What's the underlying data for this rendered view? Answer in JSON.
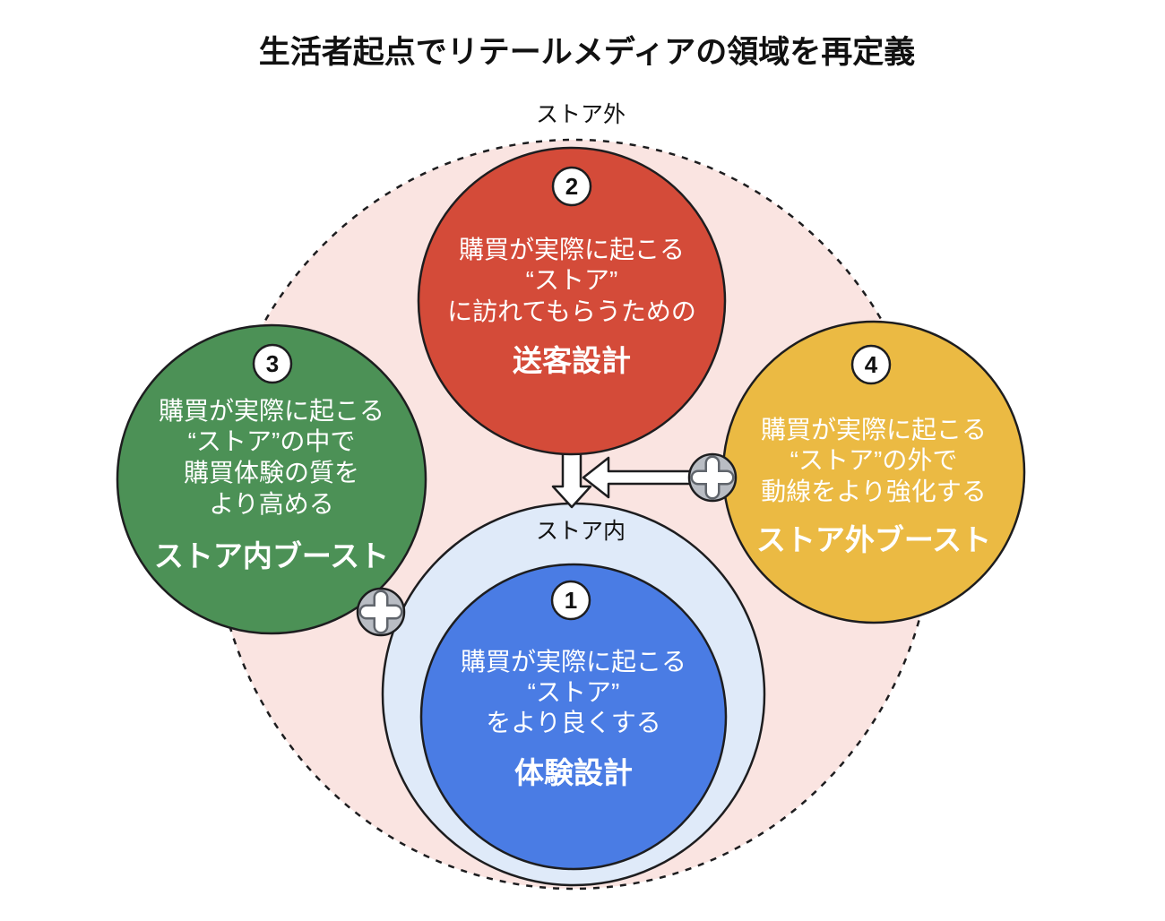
{
  "title": "生活者起点でリテールメディアの領域を再定義",
  "labels": {
    "outside_store": "ストア外",
    "inside_store": "ストア内"
  },
  "bubbles": {
    "experience": {
      "number": "1",
      "lines": [
        "購買が実際に起こる",
        "“ストア”",
        "をより良くする"
      ],
      "title": "体験設計"
    },
    "dispatch": {
      "number": "2",
      "lines": [
        "購買が実際に起こる",
        "“ストア”",
        "に訪れてもらうための"
      ],
      "title": "送客設計"
    },
    "instore_boost": {
      "number": "3",
      "lines": [
        "購買が実際に起こる",
        "“ストア”の中で",
        "購買体験の質を",
        "より高める"
      ],
      "title": "ストア内ブースト"
    },
    "outstore_boost": {
      "number": "4",
      "lines": [
        "購買が実際に起こる",
        "“ストア”の外で",
        "動線をより強化する"
      ],
      "title": "ストア外ブースト"
    }
  },
  "icons": {
    "plus": "＋",
    "arrow_down": "↓",
    "arrow_left": "←"
  },
  "colors": {
    "red": "#d44b39",
    "green": "#4c9156",
    "yellow": "#ebba43",
    "blue": "#4a7ce4",
    "inside_store_fill": "#dfeaf9",
    "outside_store_fill": "#fae4e1",
    "plus_badge_fill": "#b9bdc4",
    "plus_glyph_outline": "#60656c",
    "outline": "#1d1d1f",
    "text_on_circle": "#ffffff"
  }
}
